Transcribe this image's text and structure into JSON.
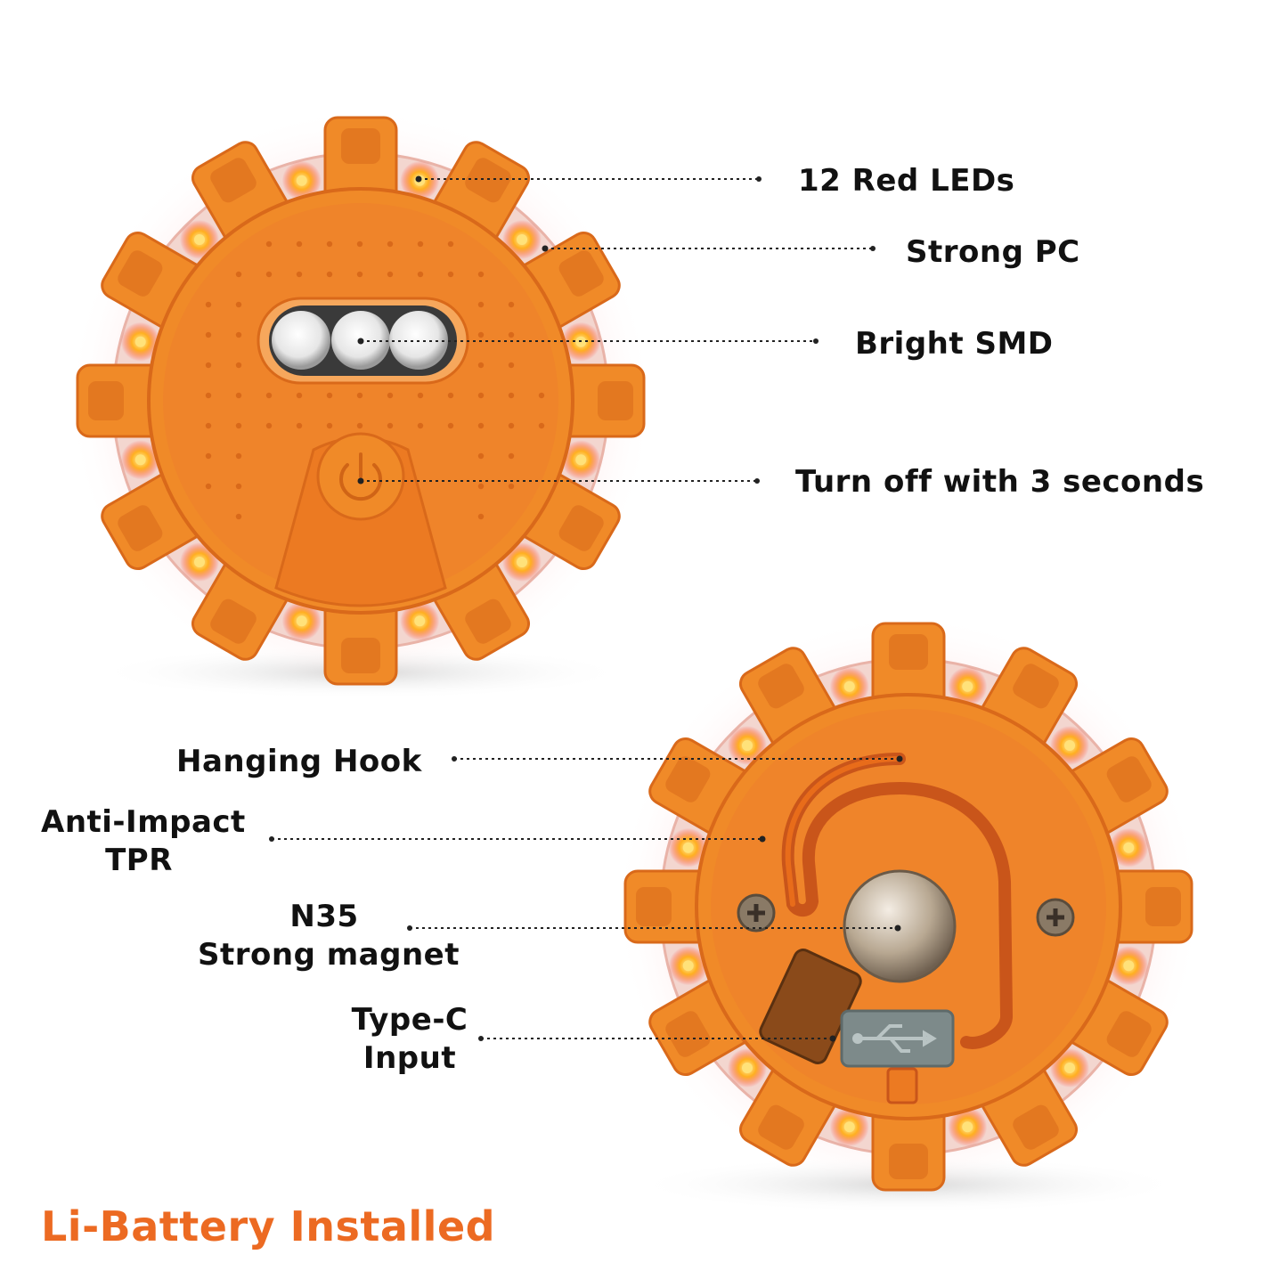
{
  "colors": {
    "orange": "#f08a28",
    "orange_dark": "#d9691a",
    "red_led": "#e83a3a",
    "label": "#111111",
    "accent": "#ec6a22"
  },
  "callouts": {
    "red_leds": "12 Red LEDs",
    "strong_pc": "Strong PC",
    "bright_smd": "Bright SMD",
    "turn_off": "Turn off with 3 seconds",
    "hanging_hook": "Hanging Hook",
    "anti_impact_line1": "Anti-Impact",
    "anti_impact_line2": "TPR",
    "magnet_line1": "N35",
    "magnet_line2": "Strong magnet",
    "typec_line1": "Type-C",
    "typec_line2": "Input"
  },
  "footer": "Li-Battery Installed",
  "icons": [
    "power-icon",
    "usb-icon",
    "screw-icon",
    "magnet-icon",
    "hook-icon",
    "led-icon"
  ]
}
